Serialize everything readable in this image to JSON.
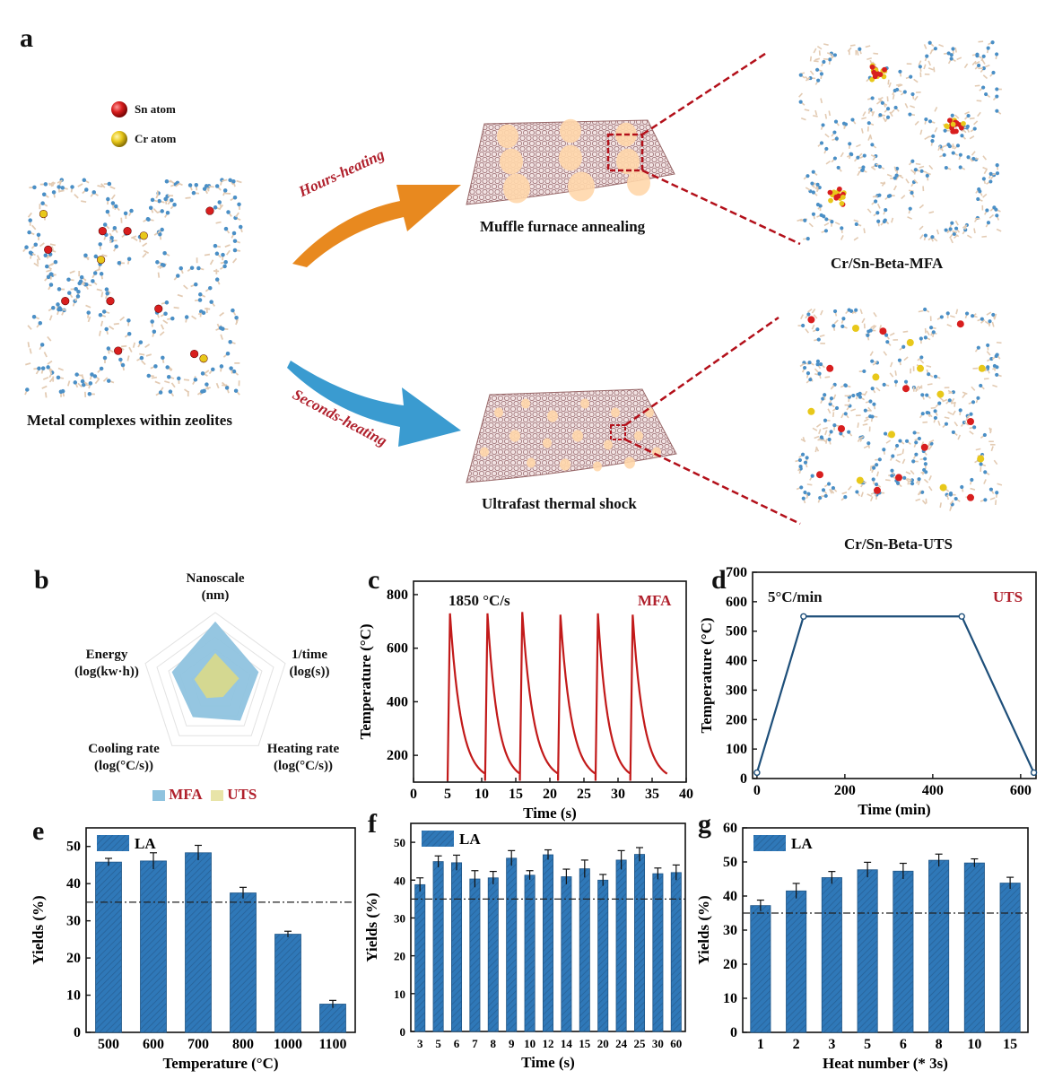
{
  "colors": {
    "sn": "#d81e1e",
    "cr": "#e8c81a",
    "zeo_blue": "#4a8fc6",
    "zeo_tan": "#e3cbb3",
    "arrow_orange": "#e8891f",
    "arrow_blue": "#3a9bd0",
    "red_text": "#b0202c",
    "bar_blue": "#2f78b8",
    "line_red": "#c21a1a",
    "line_navy": "#1e4f7a",
    "mfa_fill": "#8fc3df",
    "uts_fill": "#d9d98e"
  },
  "panel_a": {
    "letter": "a",
    "legend": [
      {
        "label": "Sn atom",
        "icon": "red-sphere-icon"
      },
      {
        "label": "Cr atom",
        "icon": "yellow-sphere-icon"
      }
    ],
    "left_caption": "Metal complexes within zeolites",
    "top_route": "Hours-heating",
    "bottom_route": "Seconds-heating",
    "top_process": "Muffle furnace annealing",
    "bottom_process": "Ultrafast thermal shock",
    "top_product": "Cr/Sn-Beta-MFA",
    "bottom_product": "Cr/Sn-Beta-UTS"
  },
  "panel_b": {
    "letter": "b",
    "axes": [
      {
        "line1": "Nanoscale",
        "line2": "(nm)"
      },
      {
        "line1": "1/time",
        "line2": "(log(s))"
      },
      {
        "line1": "Heating rate",
        "line2": "(log(°C/s))"
      },
      {
        "line1": "Cooling rate",
        "line2": "(log(°C/s))"
      },
      {
        "line1": "Energy",
        "line2": "(log(kw·h))"
      }
    ],
    "legend": {
      "mfa": "MFA",
      "uts": "UTS"
    }
  },
  "panel_c": {
    "letter": "c",
    "rate_label": "1850 °C/s",
    "tag": "MFA"
  },
  "panel_d": {
    "letter": "d",
    "rate_label": "5°C/min",
    "tag": "UTS"
  },
  "panel_e": {
    "letter": "e"
  },
  "panel_f": {
    "letter": "f"
  },
  "panel_g": {
    "letter": "g"
  },
  "chart_data": [
    {
      "id": "b",
      "type": "radar",
      "categories": [
        "Nanoscale (nm)",
        "1/time (log(s))",
        "Heating rate (log(°C/s))",
        "Cooling rate (log(°C/s))",
        "Energy (log(kw·h))"
      ],
      "series": [
        {
          "name": "MFA",
          "values": [
            0.88,
            0.62,
            0.58,
            0.52,
            0.62
          ]
        },
        {
          "name": "UTS",
          "values": [
            0.45,
            0.34,
            0.18,
            0.2,
            0.3
          ]
        }
      ],
      "rmax": 1,
      "rings": 6
    },
    {
      "id": "c",
      "type": "line",
      "xlabel": "Time (s)",
      "ylabel": "Temperature (°C)",
      "xlim": [
        0,
        40
      ],
      "ylim": [
        100,
        850
      ],
      "xticks": [
        0,
        5,
        10,
        15,
        20,
        25,
        30,
        35,
        40
      ],
      "yticks": [
        200,
        400,
        600,
        800
      ],
      "pulse_starts": [
        5,
        10.5,
        15.6,
        21.2,
        26.7,
        31.8
      ],
      "pulse_peaks": [
        730,
        730,
        735,
        725,
        730,
        725
      ],
      "pulse_end": 37.2,
      "baseline": 105
    },
    {
      "id": "d",
      "type": "line",
      "xlabel": "Time (min)",
      "ylabel": "Temperature (°C)",
      "xlim": [
        -10,
        635
      ],
      "ylim": [
        0,
        700
      ],
      "xticks": [
        0,
        200,
        400,
        600
      ],
      "yticks": [
        0,
        100,
        200,
        300,
        400,
        500,
        600,
        700
      ],
      "x": [
        0,
        106,
        466,
        630
      ],
      "y": [
        20,
        550,
        550,
        20
      ]
    },
    {
      "id": "e",
      "type": "bar",
      "legend": "LA",
      "xlabel": "Temperature (°C)",
      "ylabel": "Yields (%)",
      "categories": [
        "500",
        "600",
        "700",
        "800",
        "1000",
        "1100"
      ],
      "values": [
        45.8,
        46.1,
        48.3,
        37.5,
        26.4,
        7.6
      ],
      "errors": [
        1.0,
        2.2,
        2.0,
        1.5,
        0.8,
        1.0
      ],
      "ylim": [
        0,
        55
      ],
      "yticks": [
        0,
        10,
        20,
        30,
        40,
        50
      ],
      "reference": 35
    },
    {
      "id": "f",
      "type": "bar",
      "legend": "LA",
      "xlabel": "Time (s)",
      "ylabel": "Yields (%)",
      "categories": [
        "3",
        "5",
        "6",
        "7",
        "8",
        "9",
        "10",
        "12",
        "14",
        "15",
        "20",
        "24",
        "25",
        "30",
        "60"
      ],
      "values": [
        38.8,
        44.9,
        44.6,
        40.3,
        40.6,
        45.8,
        41.3,
        46.7,
        40.9,
        43.0,
        40.0,
        45.3,
        46.8,
        41.7,
        42.0
      ],
      "errors": [
        1.8,
        1.5,
        2.0,
        2.2,
        1.7,
        2.0,
        1.2,
        1.3,
        2.0,
        2.3,
        1.5,
        2.5,
        1.8,
        1.5,
        2.0
      ],
      "ylim": [
        0,
        55
      ],
      "yticks": [
        0,
        10,
        20,
        30,
        40,
        50
      ],
      "reference": 35
    },
    {
      "id": "g",
      "type": "bar",
      "legend": "LA",
      "xlabel": "Heat number (* 3s)",
      "ylabel": "Yields (%)",
      "categories": [
        "1",
        "2",
        "3",
        "5",
        "6",
        "8",
        "10",
        "15"
      ],
      "values": [
        37.2,
        41.5,
        45.4,
        47.7,
        47.3,
        50.5,
        49.7,
        43.8
      ],
      "errors": [
        1.6,
        2.2,
        1.8,
        2.2,
        2.3,
        1.8,
        1.2,
        1.7
      ],
      "ylim": [
        0,
        60
      ],
      "yticks": [
        0,
        10,
        20,
        30,
        40,
        50,
        60
      ],
      "reference": 35
    }
  ]
}
